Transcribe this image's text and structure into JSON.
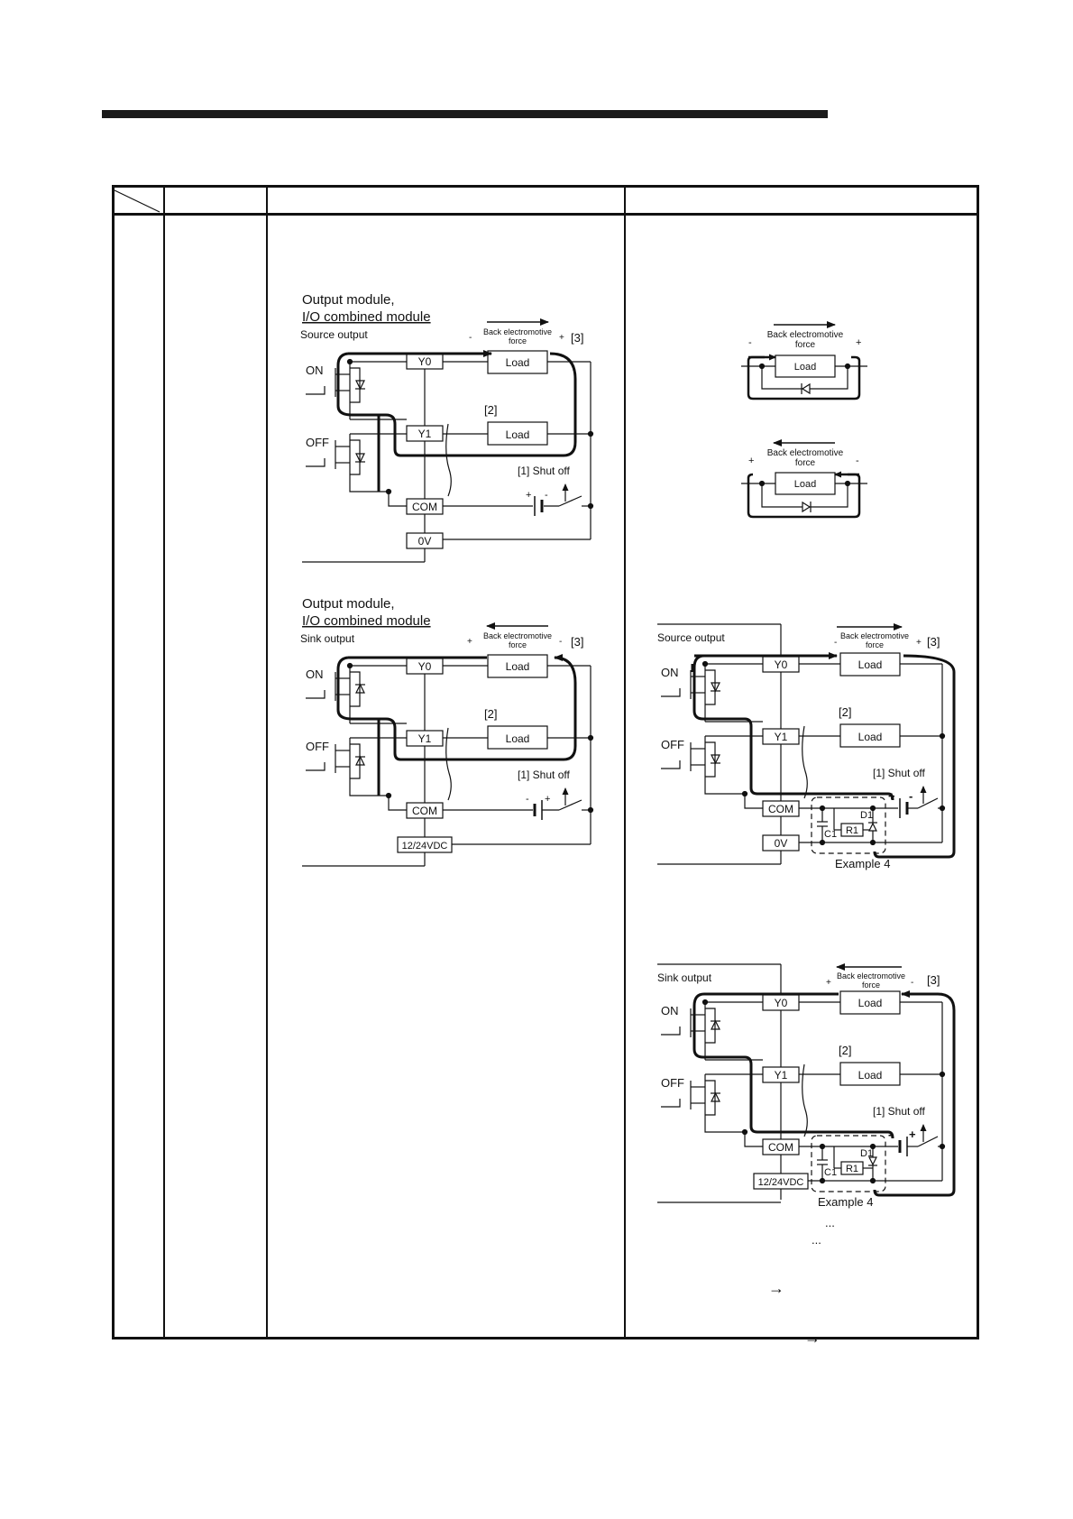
{
  "left_diagrams": {
    "source": {
      "title_line1": "Output module,",
      "title_line2": "I/O combined module",
      "subtitle": "Source output",
      "on": "ON",
      "off": "OFF",
      "y0": "Y0",
      "y1": "Y1",
      "com": "COM",
      "supply": "0V",
      "load1": "Load",
      "load2": "Load",
      "bemf_line1": "Back electromotive",
      "bemf_line2": "force",
      "bemf_left_sign": "-",
      "bemf_right_sign": "+",
      "marker3": "[3]",
      "marker2": "[2]",
      "shut_off": "[1] Shut off",
      "batt_left_sign": "+",
      "batt_right_sign": "-"
    },
    "sink": {
      "title_line1": "Output module,",
      "title_line2": "I/O combined module",
      "subtitle": "Sink output",
      "on": "ON",
      "off": "OFF",
      "y0": "Y0",
      "y1": "Y1",
      "com": "COM",
      "supply": "12/24VDC",
      "load1": "Load",
      "load2": "Load",
      "bemf_line1": "Back electromotive",
      "bemf_line2": "force",
      "bemf_left_sign": "+",
      "bemf_right_sign": "-",
      "marker3": "[3]",
      "marker2": "[2]",
      "shut_off": "[1] Shut off",
      "batt_left_sign": "-",
      "batt_right_sign": "+"
    }
  },
  "small_diagrams": {
    "top": {
      "bemf_line1": "Back electromotive",
      "bemf_line2": "force",
      "left_sign": "-",
      "right_sign": "+",
      "load": "Load"
    },
    "bottom": {
      "bemf_line1": "Back electromotive",
      "bemf_line2": "force",
      "left_sign": "+",
      "right_sign": "-",
      "load": "Load"
    }
  },
  "right_diagrams": {
    "source": {
      "subtitle": "Source output",
      "on": "ON",
      "off": "OFF",
      "y0": "Y0",
      "y1": "Y1",
      "com": "COM",
      "supply": "0V",
      "load1": "Load",
      "load2": "Load",
      "bemf_line1": "Back electromotive",
      "bemf_line2": "force",
      "bemf_left_sign": "-",
      "bemf_right_sign": "+",
      "marker3": "[3]",
      "marker2": "[2]",
      "shut_off": "[1] Shut off",
      "batt_left_sign": "+",
      "batt_right_sign": "-",
      "c1": "C1",
      "r1": "R1",
      "d1": "D1",
      "example": "Example 4"
    },
    "sink": {
      "subtitle": "Sink output",
      "on": "ON",
      "off": "OFF",
      "y0": "Y0",
      "y1": "Y1",
      "com": "COM",
      "supply": "12/24VDC",
      "load1": "Load",
      "load2": "Load",
      "bemf_line1": "Back electromotive",
      "bemf_line2": "force",
      "bemf_left_sign": "+",
      "bemf_right_sign": "-",
      "marker3": "[3]",
      "marker2": "[2]",
      "shut_off": "[1] Shut off",
      "batt_left_sign": "-",
      "batt_right_sign": "+",
      "c1": "C1",
      "r1": "R1",
      "d1": "D1",
      "example": "Example 4"
    }
  },
  "footer_marks": {
    "dots1": "...",
    "dots2": "...",
    "arrow1": "→",
    "arrow2": "→"
  }
}
